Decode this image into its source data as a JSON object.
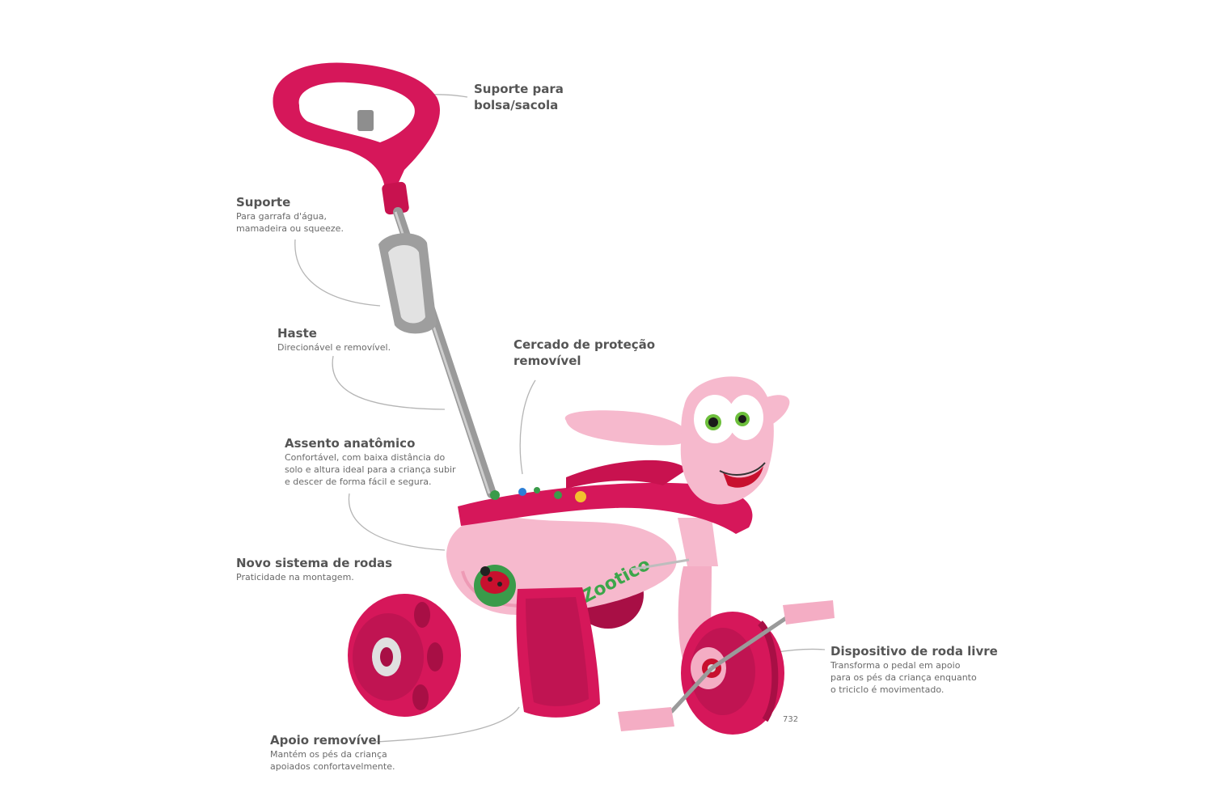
{
  "product": {
    "brand_sticker": "Zootico",
    "model_code": "732",
    "colors": {
      "magenta": "#d6175a",
      "magenta_dark": "#a80f45",
      "pink_light": "#f6b9cd",
      "pink_mid": "#ee9ab5",
      "steel": "#9a9a9a",
      "eye_green": "#6dbf3c"
    }
  },
  "callouts": [
    {
      "id": "bag-holder",
      "title": "Suporte para\nbolsa/sacola",
      "desc": ""
    },
    {
      "id": "bottle-holder",
      "title": "Suporte",
      "desc": "Para garrafa d'água,\nmamadeira ou squeeze."
    },
    {
      "id": "push-rod",
      "title": "Haste",
      "desc": "Direcionável e removível."
    },
    {
      "id": "guard-rail",
      "title": "Cercado de proteção\nremovível",
      "desc": ""
    },
    {
      "id": "seat",
      "title": "Assento anatômico",
      "desc": "Confortável, com baixa distância do\nsolo e altura ideal para a criança subir\ne descer de forma fácil e segura."
    },
    {
      "id": "wheel-system",
      "title": "Novo sistema de rodas",
      "desc": "Praticidade na montagem."
    },
    {
      "id": "free-wheel",
      "title": "Dispositivo de roda livre",
      "desc": "Transforma o pedal em apoio\npara os pés da criança enquanto\no triciclo é movimentado."
    },
    {
      "id": "footrest",
      "title": "Apoio removível",
      "desc": "Mantém os pés da criança\napoiados confortavelmente."
    }
  ]
}
